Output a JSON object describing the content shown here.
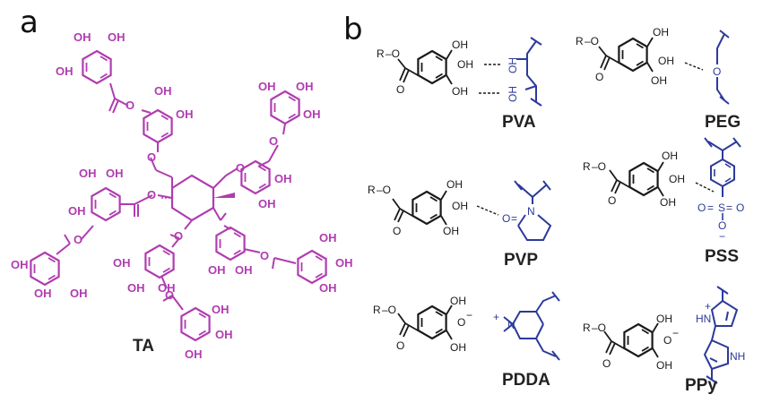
{
  "panels": {
    "a": "a",
    "b": "b"
  },
  "colors": {
    "tannic_acid": "#b03cb0",
    "gallol": "#1a1a1a",
    "polymer": "#2c3a9a"
  },
  "molecules": {
    "ta": {
      "name": "TA",
      "hydroxyl": "OH"
    },
    "pva": {
      "name": "PVA",
      "r_group": "R",
      "hydroxyl": "OH",
      "polymer_oh": "OH"
    },
    "peg": {
      "name": "PEG",
      "r_group": "R",
      "hydroxyl": "OH",
      "ether_o": "O"
    },
    "pvp": {
      "name": "PVP",
      "r_group": "R",
      "hydroxyl": "OH",
      "carbonyl_o": "O",
      "ring_n": "N"
    },
    "pss": {
      "name": "PSS",
      "r_group": "R",
      "hydroxyl": "OH",
      "sulfur": "S",
      "oxygen": "O",
      "minus": "−"
    },
    "pdda": {
      "name": "PDDA",
      "r_group": "R",
      "hydroxyl": "OH",
      "phenolate_o": "O",
      "minus": "−",
      "ammonium_n": "N",
      "plus": "+"
    },
    "ppy": {
      "name": "PPy",
      "r_group": "R",
      "hydroxyl": "OH",
      "phenolate_o": "O",
      "minus": "−",
      "pyrrole_nh": "HN",
      "pyrrole_nh2": "NH",
      "plus": "+"
    }
  }
}
